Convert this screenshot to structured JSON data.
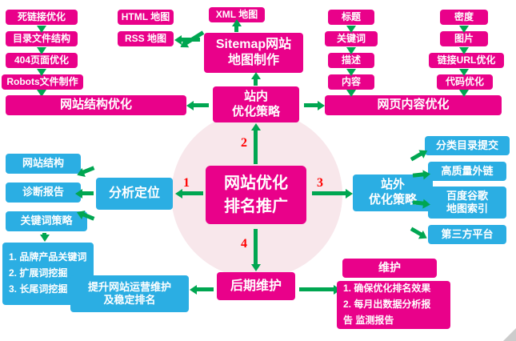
{
  "colors": {
    "magenta": "#e9018a",
    "cyan": "#2baee3",
    "arrow_green": "#00a651",
    "step_red": "#ff0000",
    "center_circle_bg": "#f8e7eb"
  },
  "center": {
    "label": "网站优化\n排名推广"
  },
  "step_numbers": {
    "one": "1",
    "two": "2",
    "three": "3",
    "four": "4"
  },
  "onsite": {
    "strategy": "站内\n优化策略",
    "sitemap": "Sitemap网站\n地图制作",
    "html_map": "HTML 地图",
    "rss_map": "RSS 地图",
    "xml_map": "XML 地图",
    "structure": {
      "main": "网站结构优化",
      "items": [
        "死链接优化",
        "目录文件结构",
        "404页面优化",
        "Robots文件制作"
      ]
    },
    "content": {
      "main": "网页内容优化",
      "items_a": [
        "标题",
        "关键词",
        "描述",
        "内容"
      ],
      "items_b": [
        "密度",
        "图片",
        "链接URL优化",
        "代码优化"
      ]
    }
  },
  "analysis": {
    "main": "分析定位",
    "items": [
      "网站结构",
      "诊断报告",
      "关键词策略"
    ],
    "keyword_detail": "1. 品牌产品关键词\n2. 扩展词挖掘\n3. 长尾词挖掘"
  },
  "offsite": {
    "strategy": "站外\n优化策略",
    "items": [
      "分类目录提交",
      "高质量外链",
      "百度谷歌\n地图索引",
      "第三方平台"
    ]
  },
  "maintenance": {
    "main": "后期维护",
    "left": "提升网站运营维护\n及稳定排名",
    "right_title": "维护",
    "right_detail": "1. 确保优化排名效果\n2. 每月出数据分析报\n告 监测报告"
  }
}
